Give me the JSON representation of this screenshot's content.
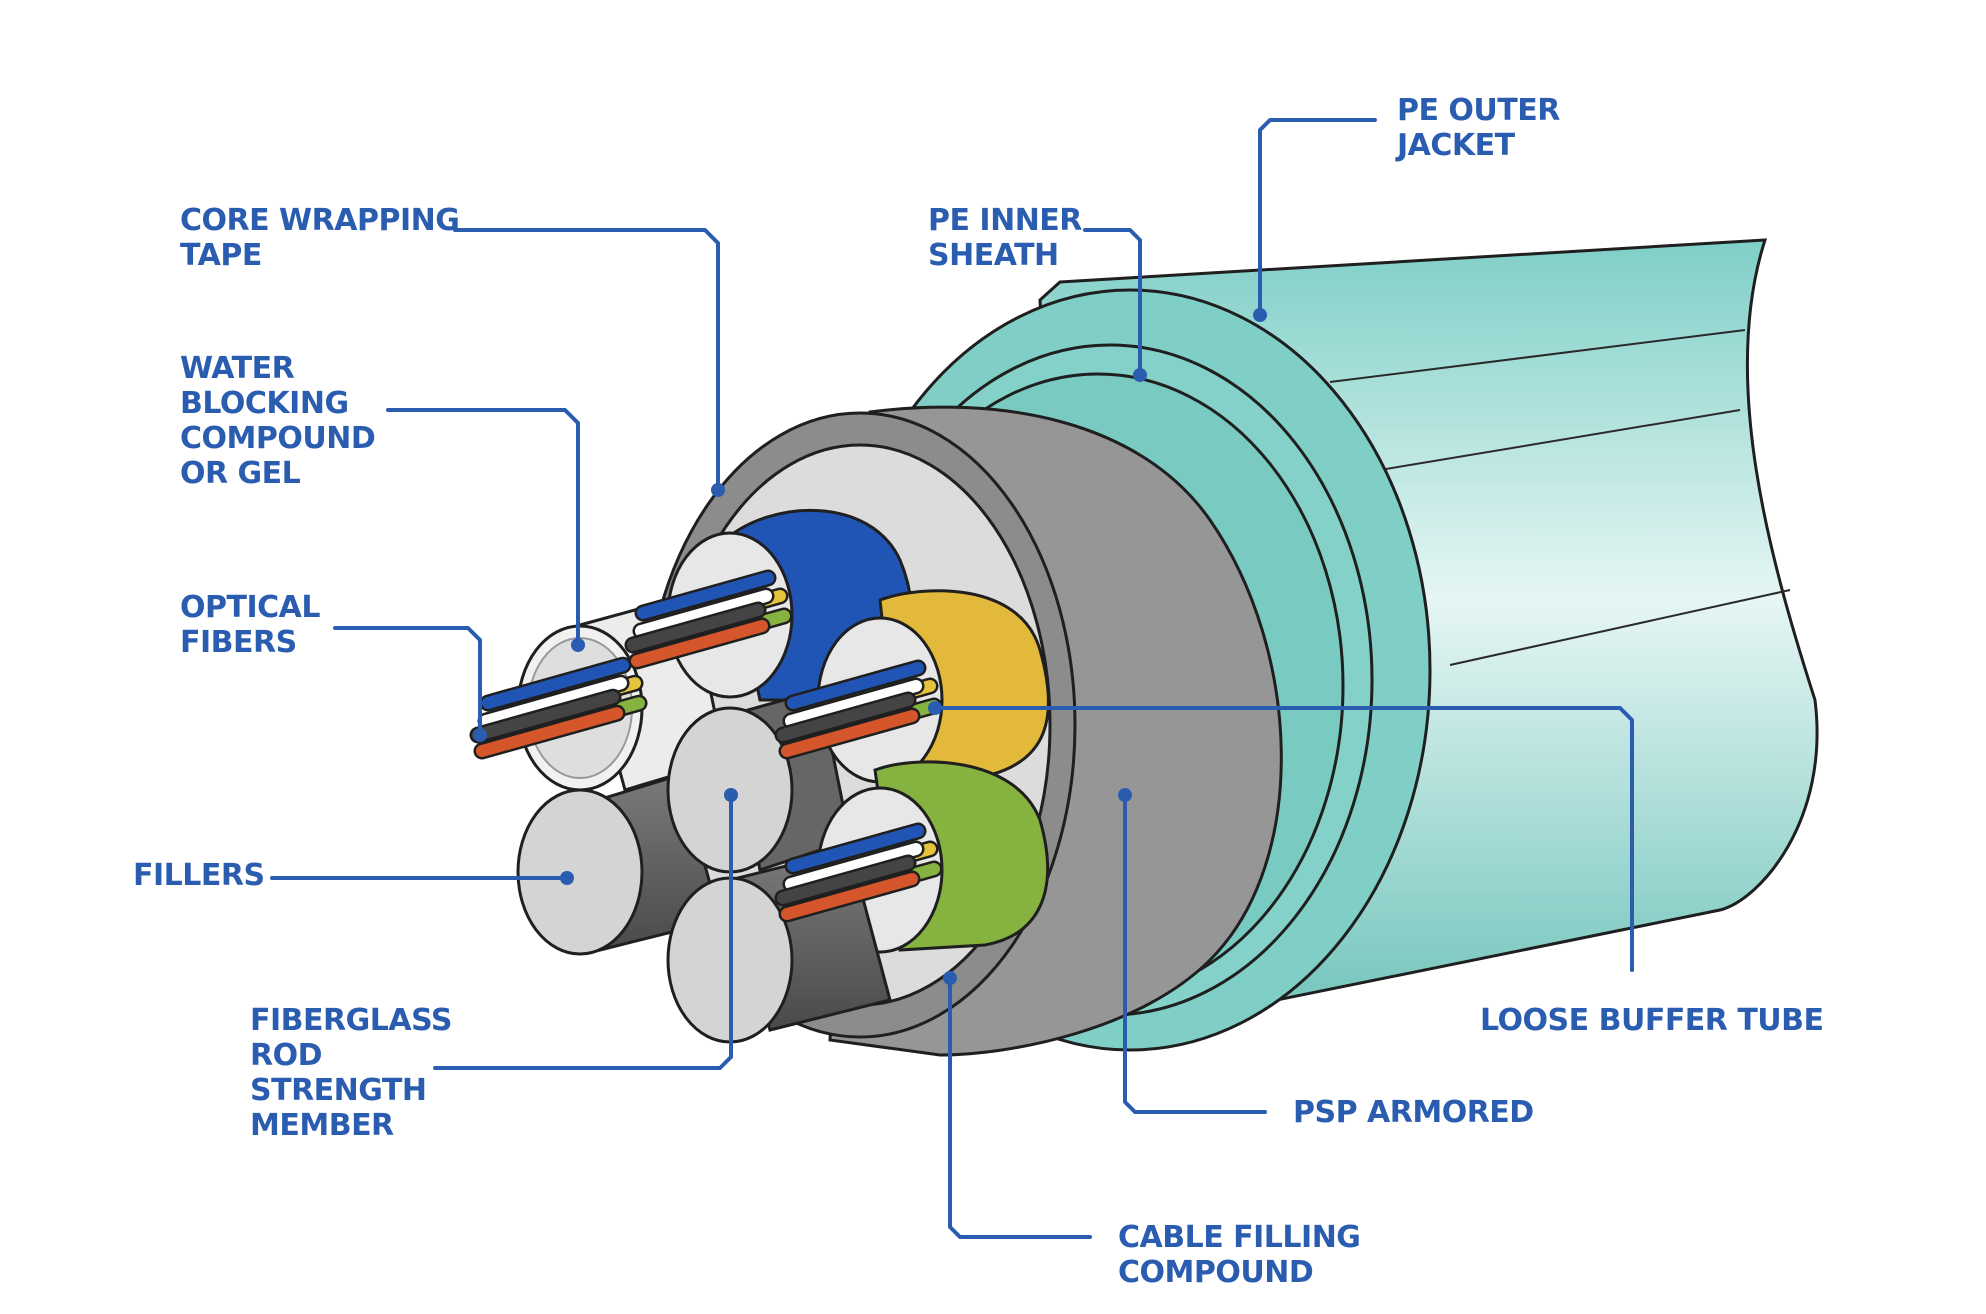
{
  "colors": {
    "label": "#2a5db0",
    "outer_jacket": "#7fcfc7",
    "outer_jacket_light": "#e6f6f4",
    "armor": "#969696",
    "filling": "#dcdcdc",
    "tube_blue": "#2155b5",
    "tube_yellow": "#e3b93c",
    "tube_green": "#86b23f",
    "tube_white": "#ececec",
    "filler_dark": "#5f5f5f"
  },
  "labels": {
    "pe_outer_jacket": [
      "PE OUTER",
      "JACKET"
    ],
    "pe_inner_sheath": [
      "PE INNER",
      "SHEATH"
    ],
    "core_wrapping_tape": [
      "CORE WRAPPING",
      "TAPE"
    ],
    "water_blocking": [
      "WATER",
      "BLOCKING",
      "COMPOUND",
      "OR GEL"
    ],
    "optical_fibers": [
      "OPTICAL",
      "FIBERS"
    ],
    "fillers": [
      "FILLERS"
    ],
    "fiberglass_rod": [
      "FIBERGLASS",
      "ROD",
      "STRENGTH",
      "MEMBER"
    ],
    "loose_buffer_tube": [
      "LOOSE BUFFER TUBE"
    ],
    "psp_armored": [
      "PSP ARMORED"
    ],
    "cable_filling_compound": [
      "CABLE FILLING",
      "COMPOUND"
    ]
  }
}
